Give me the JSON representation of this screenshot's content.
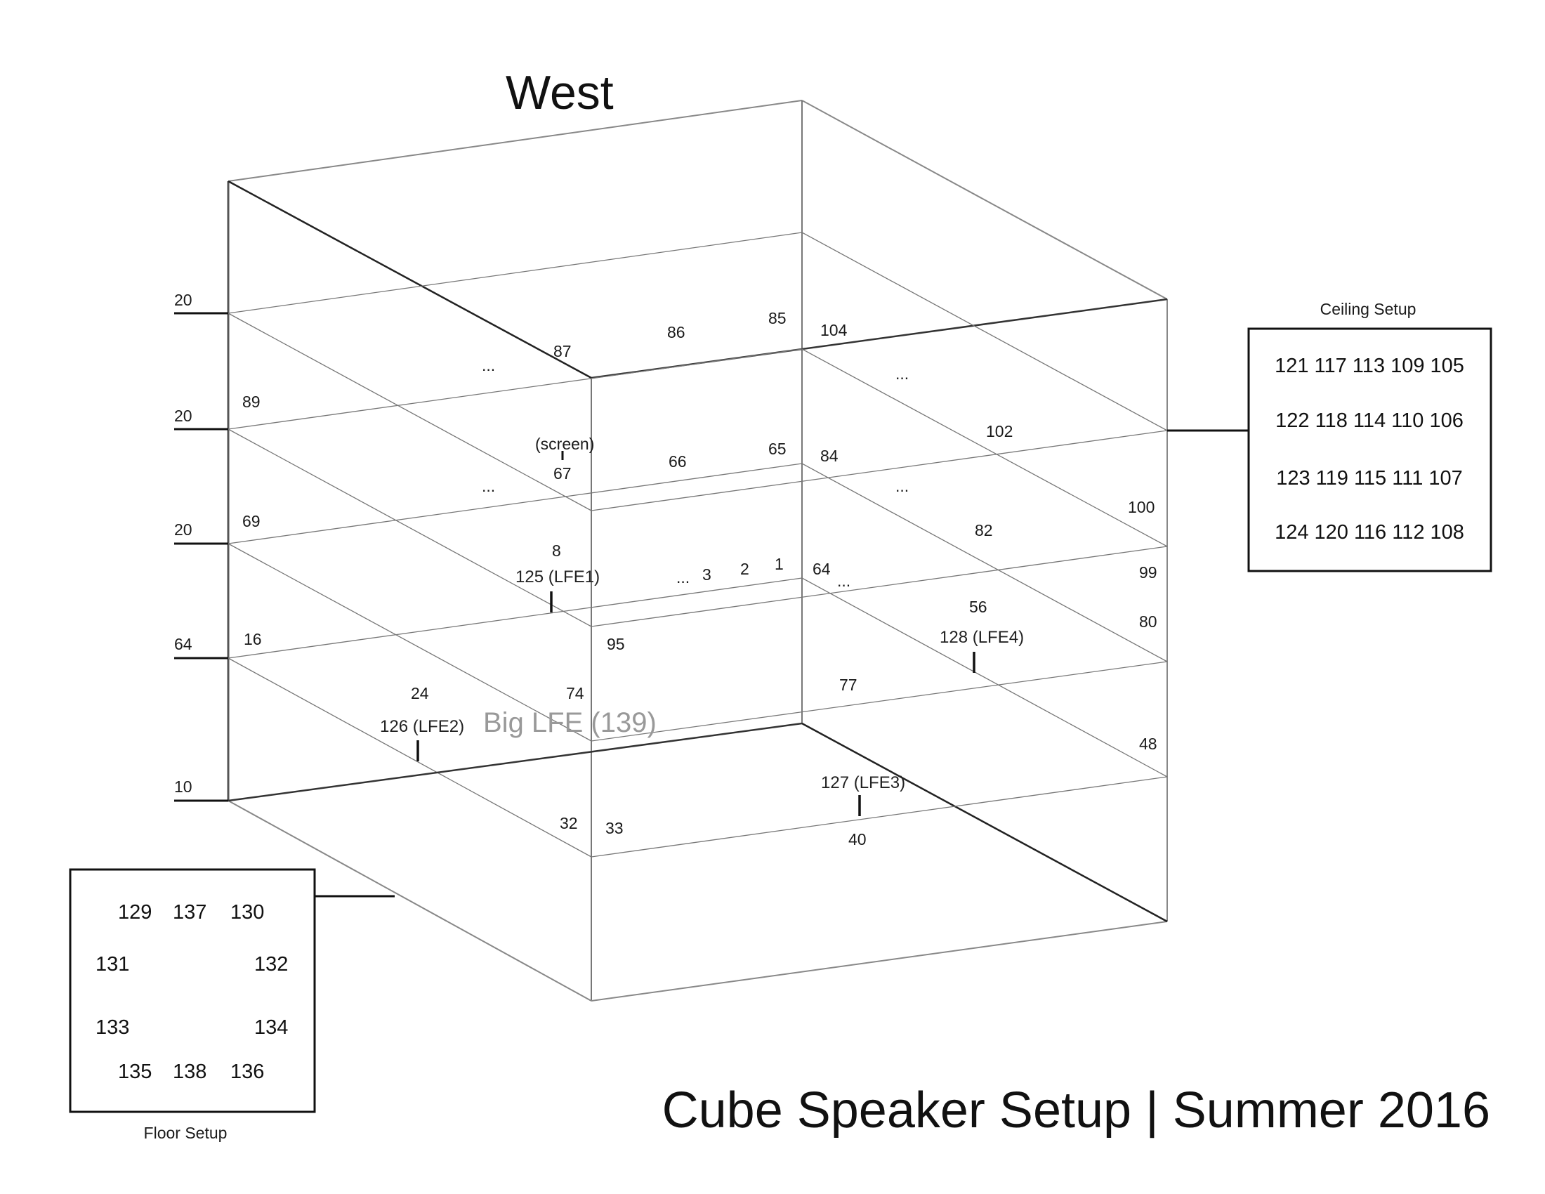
{
  "title": "Cube Speaker Setup | Summer 2016",
  "direction_label": "West",
  "ring_counts": [
    "20",
    "20",
    "20",
    "64",
    "10"
  ],
  "speaker_labels": [
    "87",
    "86",
    "85",
    "104",
    "...",
    "...",
    "89",
    "(screen)",
    "67",
    "66",
    "65",
    "84",
    "102",
    "...",
    "...",
    "100",
    "69",
    "82",
    "8",
    "125 (LFE1)",
    "...",
    "3",
    "2",
    "1",
    "64",
    "...",
    "99",
    "56",
    "128 (LFE4)",
    "80",
    "95",
    "16",
    "24",
    "74",
    "77",
    "126 (LFE2)",
    "48",
    "127 (LFE3)",
    "32",
    "33",
    "40"
  ],
  "big_lfe": "Big LFE (139)",
  "ceiling": {
    "title": "Ceiling Setup",
    "rows": [
      "121 117 113 109 105",
      "122 118 114 110 106",
      "123 119 115 111 107",
      "124 120 116 112 108"
    ]
  },
  "floor": {
    "title": "Floor Setup",
    "items": [
      "129",
      "137",
      "130",
      "131",
      "132",
      "133",
      "134",
      "135",
      "138",
      "136"
    ]
  }
}
